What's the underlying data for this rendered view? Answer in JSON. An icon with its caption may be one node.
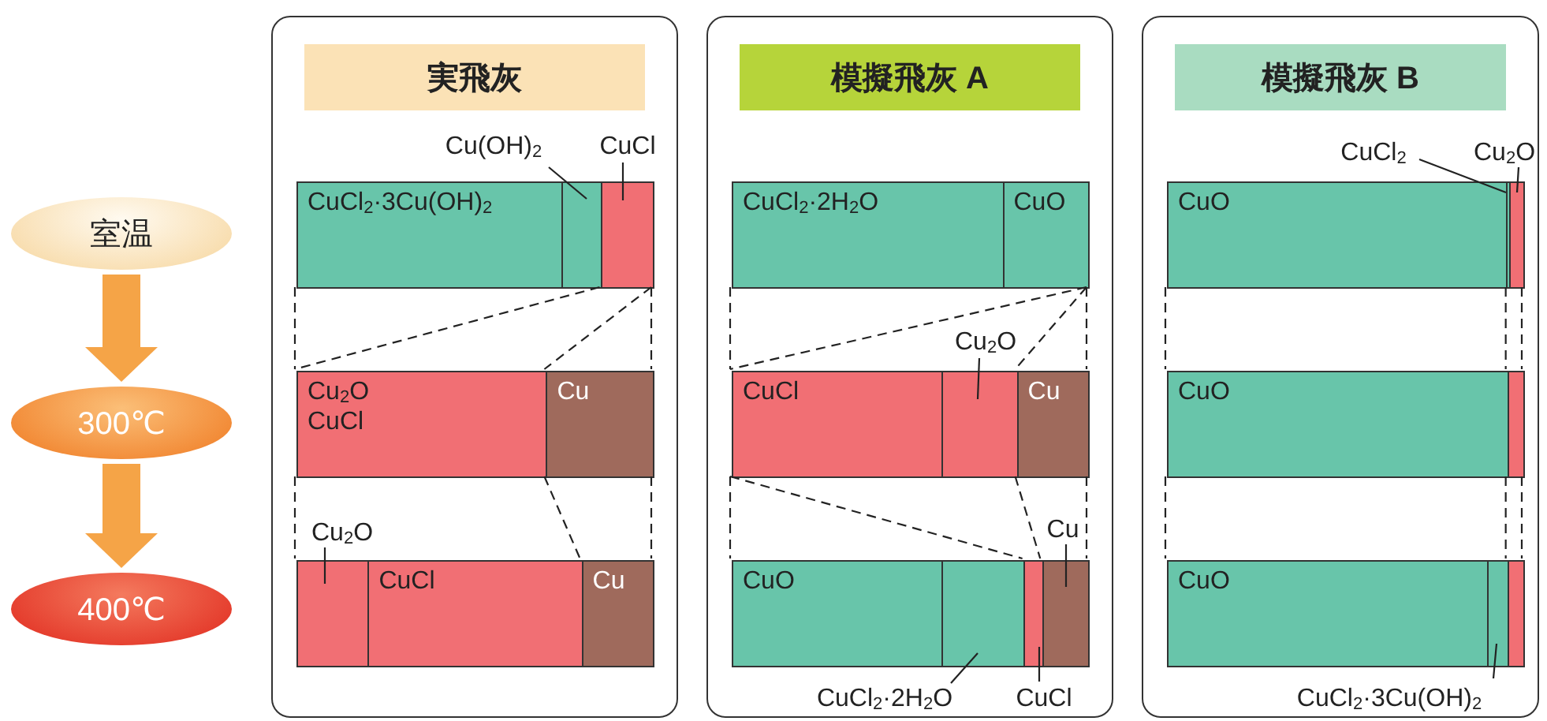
{
  "diagram": {
    "nodes": [
      {
        "text": [
          "室温"
        ]
      },
      {
        "text": [
          "300℃"
        ]
      },
      {
        "text": [
          "400℃"
        ]
      },
      {
        "text": [
          "実飛灰"
        ]
      },
      {
        "text": [
          "CuCl$_{2}$·3Cu(OH)$_{2}$"
        ],
        "in": 3
      },
      {
        "text": [],
        "shape": "bar",
        "in": 3
      },
      {
        "text": [],
        "shape": "bar",
        "in": 3
      },
      {
        "text": [
          "Cu(OH)$_{2}$"
        ],
        "in": 3
      },
      {
        "text": [
          "CuCl"
        ],
        "in": 3
      },
      {
        "text": [
          "Cu$_{2}$O",
          "CuCl"
        ],
        "in": 3
      },
      {
        "text": [
          "Cu"
        ],
        "in": 3
      },
      {
        "text": [],
        "shape": "bar",
        "in": 3
      },
      {
        "text": [
          "Cu$_{2}$O"
        ],
        "in": 3
      },
      {
        "text": [
          "CuCl"
        ],
        "in": 3
      },
      {
        "text": [
          "Cu"
        ],
        "in": 3
      },
      {
        "text": [
          "模擬飛灰 A"
        ]
      },
      {
        "text": [
          "CuCl$_{2}$·2H$_{2}$O"
        ],
        "in": 15
      },
      {
        "text": [
          "CuO"
        ],
        "in": 15
      },
      {
        "text": [
          "CuCl"
        ],
        "in": 15
      },
      {
        "text": [],
        "shape": "bar",
        "in": 15
      },
      {
        "text": [
          "Cu$_{2}$O"
        ],
        "in": 15
      },
      {
        "text": [
          "Cu"
        ],
        "in": 15
      },
      {
        "text": [
          "CuO"
        ],
        "in": 15
      },
      {
        "text": [],
        "shape": "bar",
        "in": 15
      },
      {
        "text": [],
        "shape": "bar",
        "in": 15
      },
      {
        "text": [],
        "shape": "bar",
        "in": 15
      },
      {
        "text": [
          "Cu"
        ],
        "in": 15
      },
      {
        "text": [
          "CuCl$_{2}$·2H$_{2}$O"
        ],
        "in": 15
      },
      {
        "text": [
          "CuCl"
        ],
        "in": 15
      },
      {
        "text": [
          "模擬飛灰 B"
        ]
      },
      {
        "text": [
          "CuO"
        ],
        "in": 29
      },
      {
        "text": [],
        "shape": "bar",
        "in": 29
      },
      {
        "text": [],
        "shape": "bar",
        "in": 29
      },
      {
        "text": [
          "CuCl$_{2}$"
        ],
        "in": 29
      },
      {
        "text": [
          "Cu$_{2}$O"
        ],
        "in": 29
      },
      {
        "text": [
          "CuO"
        ],
        "in": 29
      },
      {
        "text": [],
        "shape": "bar",
        "in": 29
      },
      {
        "text": [
          "CuO"
        ],
        "in": 29
      },
      {
        "text": [],
        "shape": "bar",
        "in": 29
      },
      {
        "text": [],
        "shape": "bar",
        "in": 29
      },
      {
        "text": [
          "CuCl$_{2}$·3Cu(OH)$_{2}$"
        ],
        "in": 29
      }
    ],
    "edges": [
      {
        "from": 0,
        "to": 1,
        "arrow": "to",
        "style": "thick",
        "color": "#f5a447"
      },
      {
        "from": 1,
        "to": 2,
        "arrow": "to",
        "style": "thick",
        "color": "#f5a447"
      },
      {
        "from": 7,
        "to": 5,
        "arrow": "none"
      },
      {
        "from": 8,
        "to": 6,
        "arrow": "none"
      },
      {
        "from": 12,
        "to": 11,
        "arrow": "none"
      },
      {
        "from": 20,
        "to": 19,
        "arrow": "none"
      },
      {
        "from": 26,
        "to": 25,
        "arrow": "none"
      },
      {
        "from": 27,
        "to": 23,
        "arrow": "none"
      },
      {
        "from": 28,
        "to": 24,
        "arrow": "none"
      },
      {
        "from": 33,
        "to": 31,
        "arrow": "none"
      },
      {
        "from": 34,
        "to": 32,
        "arrow": "none"
      },
      {
        "from": 40,
        "to": 38,
        "arrow": "none"
      },
      {
        "from": 4,
        "to": 9,
        "arrow": "none",
        "style": "dashed"
      },
      {
        "from": 6,
        "to": 9,
        "arrow": "none",
        "style": "dashed"
      },
      {
        "from": 6,
        "to": 10,
        "arrow": "none",
        "style": "dashed"
      },
      {
        "from": 6,
        "to": 10,
        "arrow": "none",
        "style": "dashed"
      },
      {
        "from": 9,
        "to": 11,
        "arrow": "none",
        "style": "dashed"
      },
      {
        "from": 10,
        "to": 14,
        "arrow": "none",
        "style": "dashed"
      },
      {
        "from": 10,
        "to": 14,
        "arrow": "none",
        "style": "dashed"
      },
      {
        "from": 16,
        "to": 18,
        "arrow": "none",
        "style": "dashed"
      },
      {
        "from": 17,
        "to": 18,
        "arrow": "none",
        "style": "dashed"
      },
      {
        "from": 17,
        "to": 21,
        "arrow": "none",
        "style": "dashed"
      },
      {
        "from": 17,
        "to": 21,
        "arrow": "none",
        "style": "dashed"
      },
      {
        "from": 18,
        "to": 22,
        "arrow": "none",
        "style": "dashed"
      },
      {
        "from": 18,
        "to": 24,
        "arrow": "none",
        "style": "dashed"
      },
      {
        "from": 21,
        "to": 24,
        "arrow": "none",
        "style": "dashed"
      },
      {
        "from": 21,
        "to": 25,
        "arrow": "none",
        "style": "dashed"
      },
      {
        "from": 30,
        "to": 35,
        "arrow": "none",
        "style": "dashed"
      },
      {
        "from": 31,
        "to": 36,
        "arrow": "none",
        "style": "dashed"
      },
      {
        "from": 32,
        "to": 36,
        "arrow": "none",
        "style": "dashed"
      },
      {
        "from": 35,
        "to": 37,
        "arrow": "none",
        "style": "dashed"
      },
      {
        "from": 36,
        "to": 39,
        "arrow": "none",
        "style": "dashed"
      },
      {
        "from": 36,
        "to": 39,
        "arrow": "none",
        "style": "dashed"
      }
    ]
  }
}
